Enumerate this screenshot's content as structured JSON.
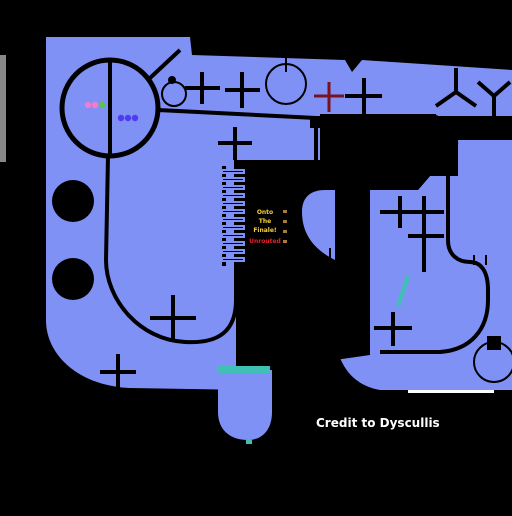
{
  "level": {
    "title_lines": [
      "Onto",
      "The",
      "Finale!"
    ],
    "status": "Unrouted",
    "credit": "Credit to Dyscullis"
  },
  "colors": {
    "background": "#000000",
    "floor": "#7f91f4",
    "wall": "#000000",
    "title": "#f5d23c",
    "status": "#e8202a",
    "credit": "#ffffff",
    "teal": "#3ec1b4",
    "side_bar": "#888888"
  },
  "marbles": [
    {
      "color": "#f07bd0"
    },
    {
      "color": "#f07bd0"
    },
    {
      "color": "#5ec24a"
    },
    {
      "color": "#4d3cf2"
    },
    {
      "color": "#4d3cf2"
    },
    {
      "color": "#4d3cf2"
    }
  ]
}
